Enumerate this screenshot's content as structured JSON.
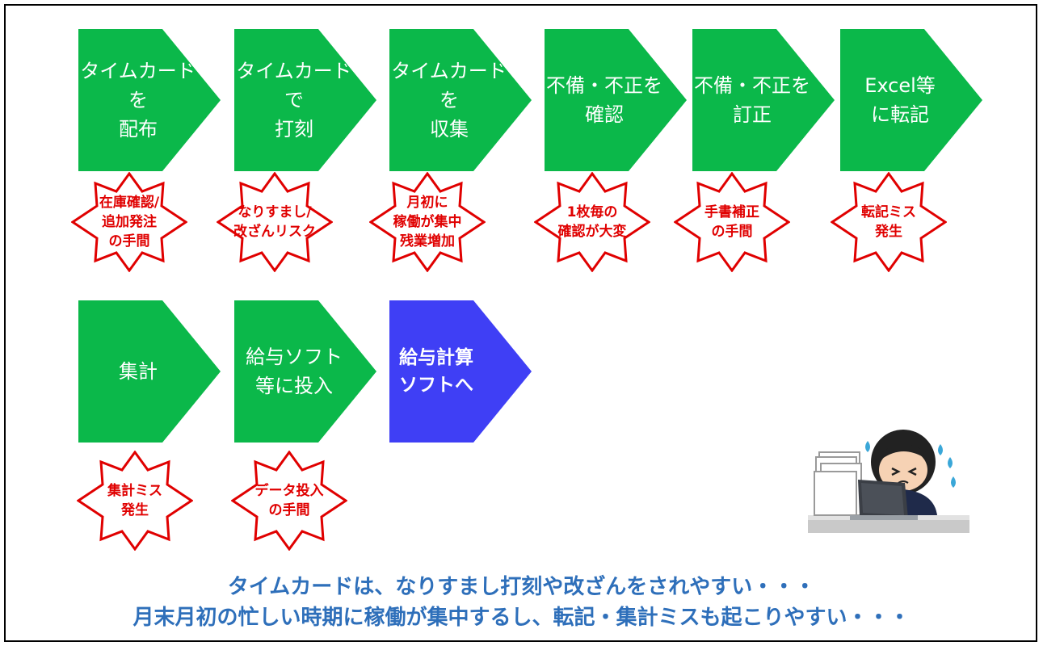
{
  "steps": [
    {
      "label": "タイムカードを\n配布"
    },
    {
      "label": "タイムカードで\n打刻"
    },
    {
      "label": "タイムカードを\n収集"
    },
    {
      "label": "不備・不正を\n確認"
    },
    {
      "label": "不備・不正を\n訂正"
    },
    {
      "label": "Excel等\nに転記"
    },
    {
      "label": "集計"
    },
    {
      "label": "給与ソフト\n等に投入"
    },
    {
      "label": "給与計算\nソフトへ"
    }
  ],
  "issues": [
    {
      "label": "在庫確認/\n追加発注\nの手間"
    },
    {
      "label": "なりすまし/\n改ざんリスク"
    },
    {
      "label": "月初に\n稼働が集中\n残業増加"
    },
    {
      "label": "1枚毎の\n確認が大変"
    },
    {
      "label": "手書補正\nの手間"
    },
    {
      "label": "転記ミス\n発生"
    },
    {
      "label": "集計ミス\n発生"
    },
    {
      "label": "データ投入\nの手間"
    }
  ],
  "caption": {
    "line1": "タイムカードは、なりすまし打刻や改ざんをされやすい・・・",
    "line2": "月末月初の忙しい時期に稼働が集中するし、転記・集計ミスも起こりやすい・・・"
  },
  "colors": {
    "step": "#0bb84a",
    "final_step": "#3f3ff5",
    "burst_stroke": "#e00000",
    "caption": "#2e6fba"
  },
  "illustration": {
    "icon": "stressed-office-worker-icon"
  }
}
